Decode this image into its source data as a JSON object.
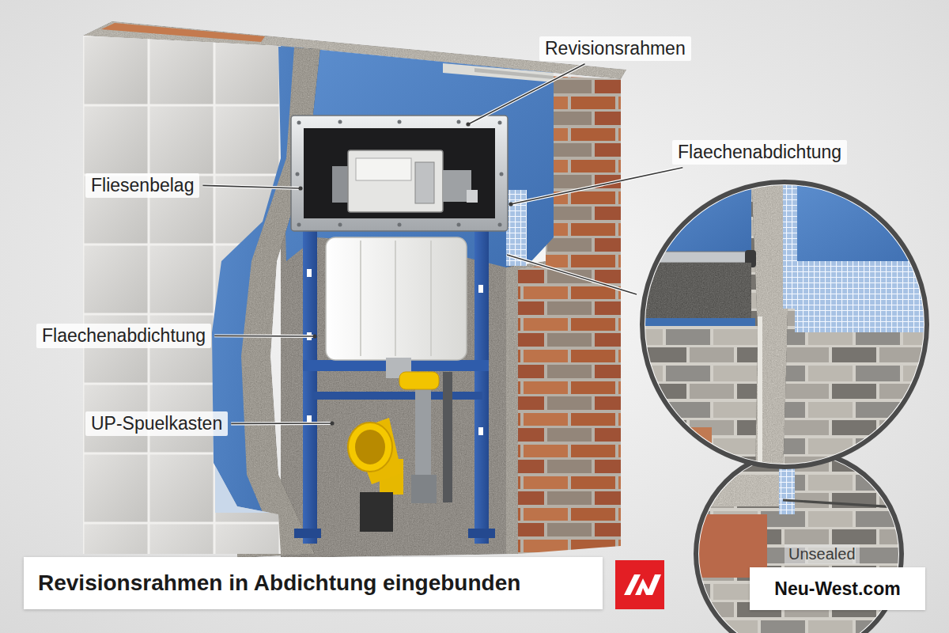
{
  "diagram": {
    "caption": "Revisionsrahmen in Abdichtung eingebunden",
    "labels": [
      "Revisionsrahmen",
      "Flaechenabdichtung",
      "Fliesenbelag",
      "Flaechenabdichtung",
      "UP-Spuelkasten",
      "Unsealed",
      "Neu-West.com"
    ]
  }
}
